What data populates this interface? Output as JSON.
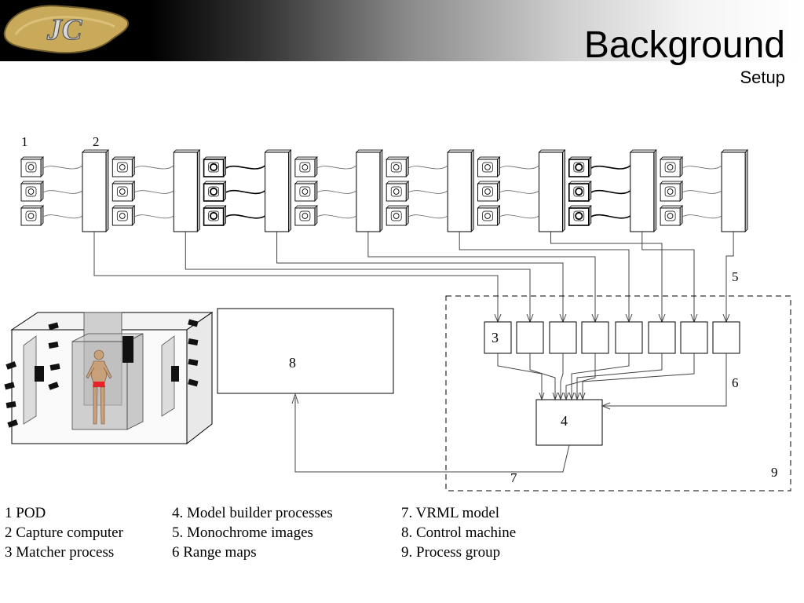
{
  "slide": {
    "title": "Background",
    "subtitle": "Setup"
  },
  "logo": {
    "text": "JC"
  },
  "diagram": {
    "callouts": [
      "1",
      "2",
      "5",
      "6",
      "7",
      "8",
      "9"
    ],
    "pods": [
      {
        "label": "",
        "cameras": [
          "normal",
          "normal",
          "normal"
        ]
      },
      {
        "label": "",
        "cameras": [
          "normal",
          "normal",
          "normal"
        ]
      },
      {
        "label": "",
        "cameras": [
          "thick",
          "thick",
          "thick"
        ]
      },
      {
        "label": "",
        "cameras": [
          "normal",
          "normal",
          "normal"
        ]
      },
      {
        "label": "",
        "cameras": [
          "normal",
          "normal",
          "normal"
        ]
      },
      {
        "label": "",
        "cameras": [
          "normal",
          "normal",
          "normal"
        ]
      },
      {
        "label": "",
        "cameras": [
          "thick",
          "thick",
          "thick"
        ]
      },
      {
        "label": "",
        "cameras": [
          "normal",
          "normal",
          "normal"
        ]
      }
    ],
    "matchers": [
      "3",
      "",
      "",
      "",
      "",
      "",
      "",
      ""
    ],
    "model_builder_label": "4",
    "control_machine_label": "8"
  },
  "legend": {
    "columns": [
      [
        "1 POD",
        "2 Capture computer",
        "3 Matcher process"
      ],
      [
        "4. Model builder processes",
        "5. Monochrome images",
        "6 Range maps"
      ],
      [
        "7. VRML model",
        "8. Control machine",
        "9. Process group"
      ]
    ]
  },
  "colors": {
    "pod_stroke": "#000000",
    "camera_face": "#ffffff",
    "dashed_group": "#000000",
    "figure_shorts": "#e8212b",
    "figure_skin": "#c8a07a"
  }
}
